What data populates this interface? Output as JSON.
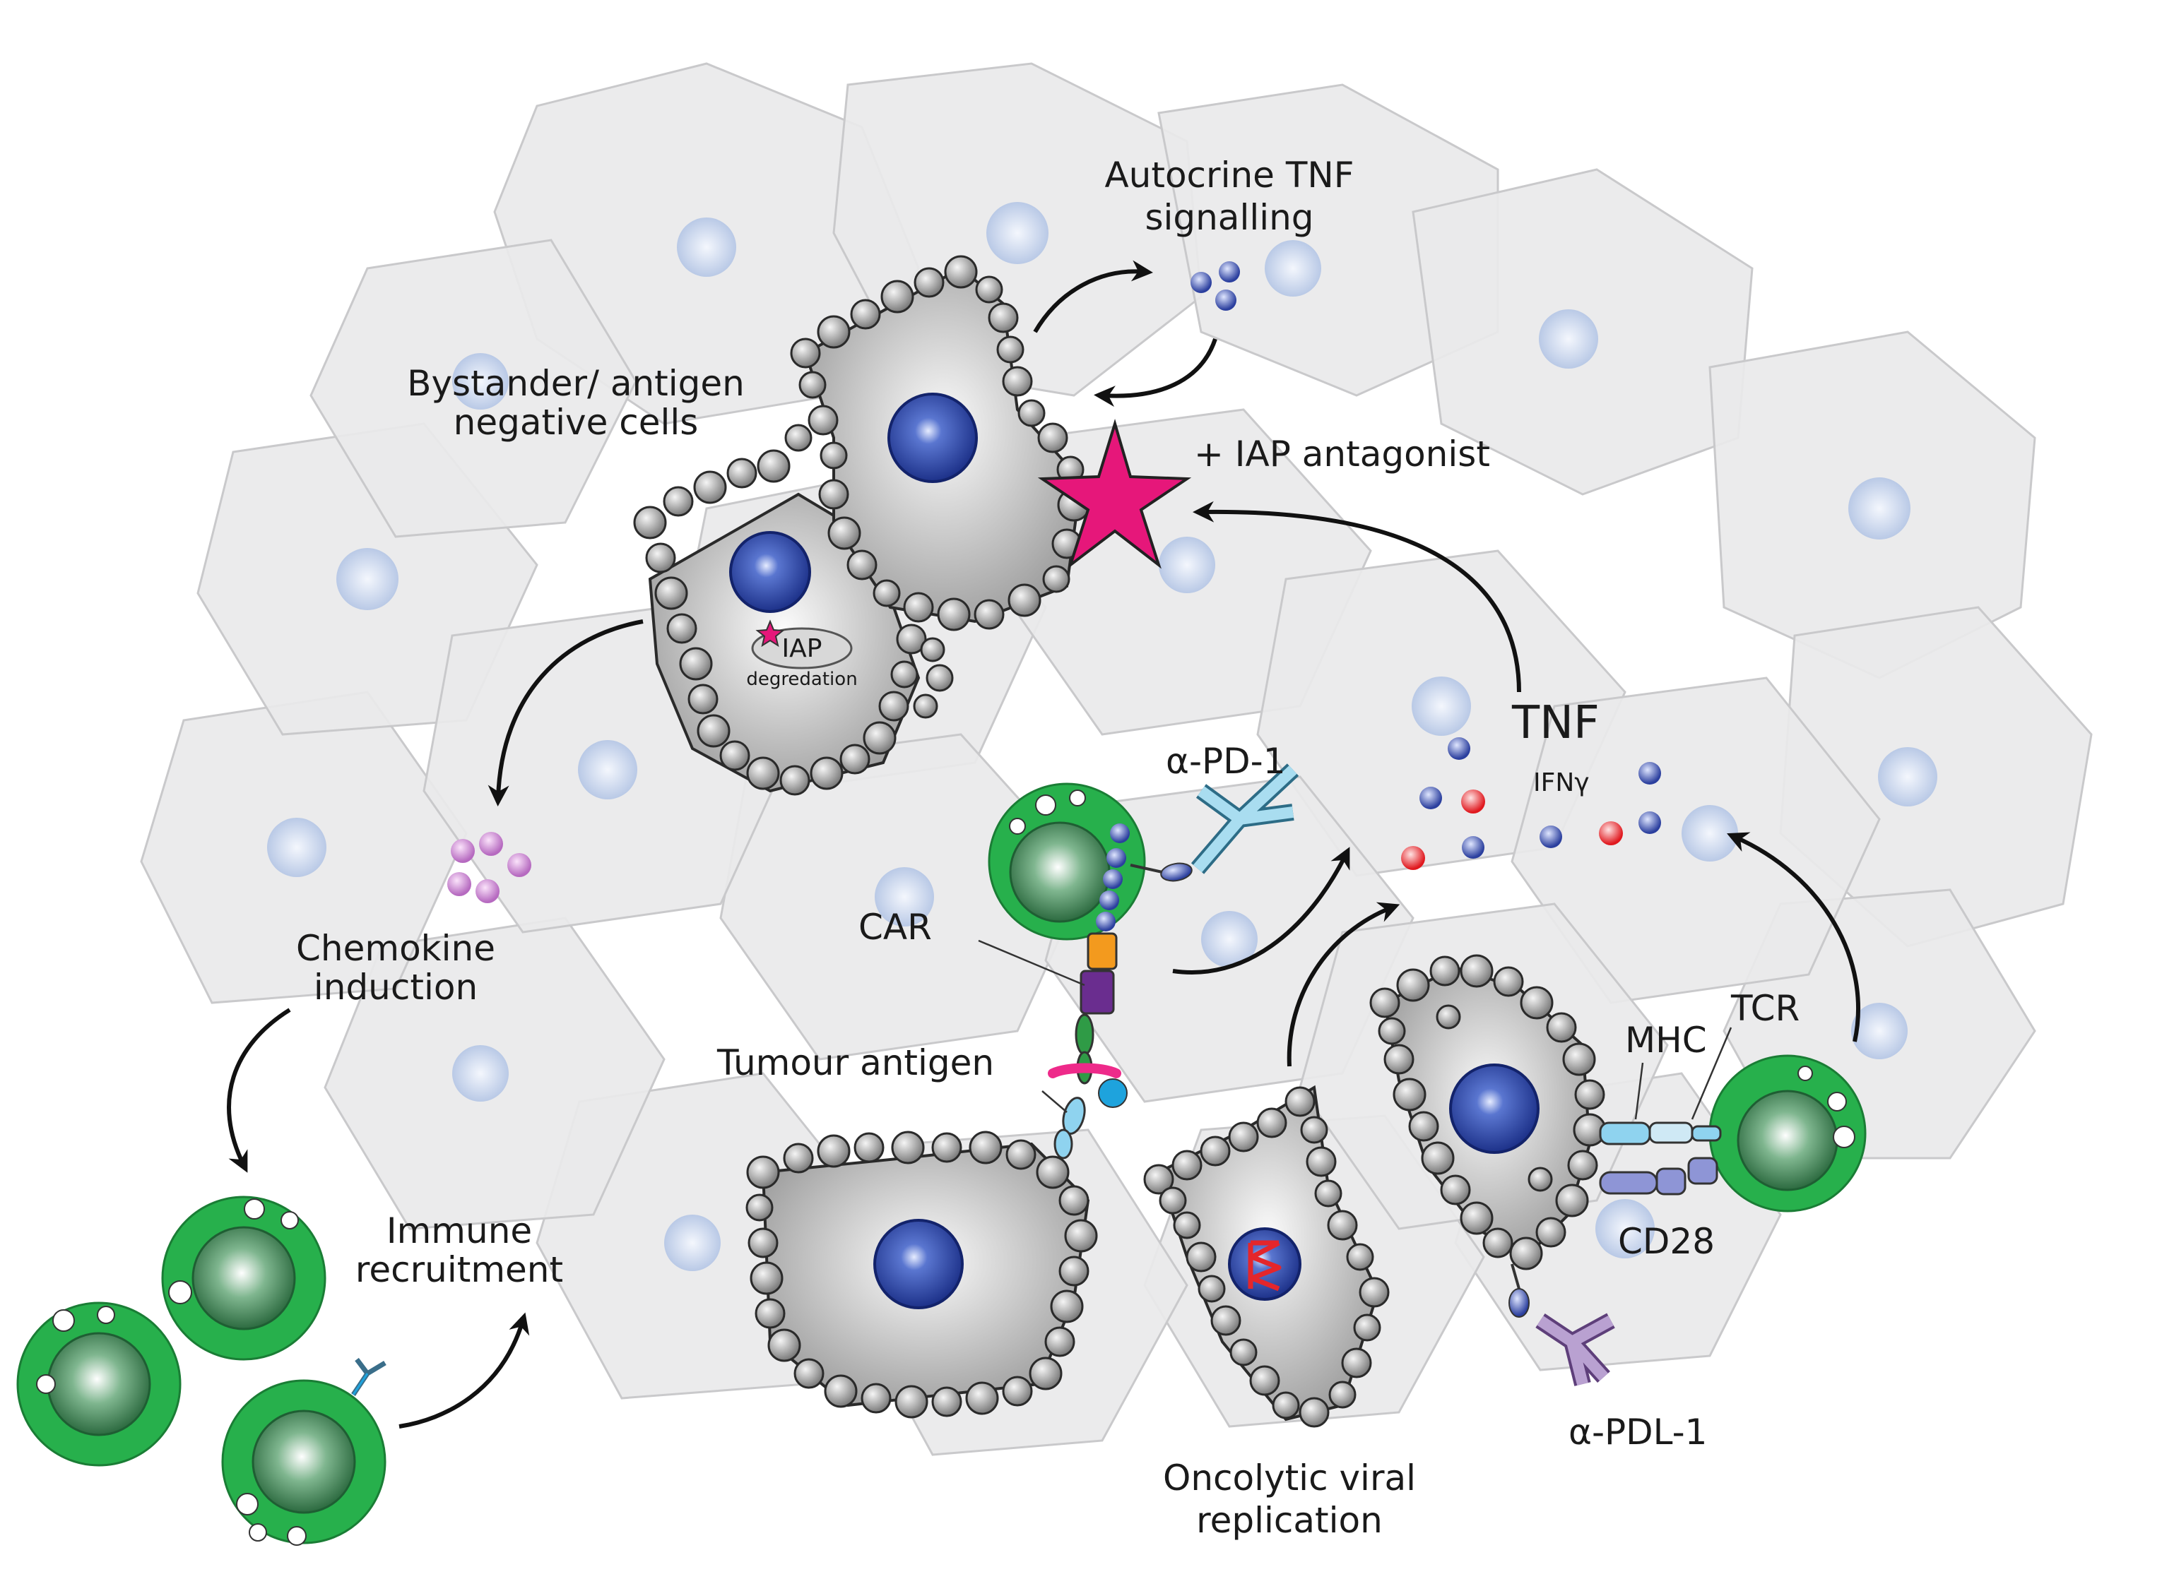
{
  "labels": {
    "autocrine_line1": "Autocrine TNF",
    "autocrine_line2": "signalling",
    "bystander_line1": "Bystander/ antigen",
    "bystander_line2": "negative cells",
    "iap_antagonist": "+ IAP antagonist",
    "iap": "IAP",
    "degradation": "degredation",
    "chemokine_line1": "Chemokine",
    "chemokine_line2": "induction",
    "immune_line1": "Immune",
    "immune_line2": "recruitment",
    "anti_pd1": "α-PD-1",
    "tnf": "TNF",
    "ifng": "IFNγ",
    "car": "CAR",
    "tumour_antigen": "Tumour antigen",
    "mhc": "MHC",
    "tcr": "TCR",
    "cd28": "CD28",
    "oncolytic_line1": "Oncolytic viral",
    "oncolytic_line2": "replication",
    "anti_pdl1": "α-PDL-1"
  },
  "colors": {
    "nucleus": "#1f3f9a",
    "tcell": "#22b24c",
    "iap_star": "#e6177a",
    "tnf_dot": "#3347a8",
    "ifng_dot": "#e8282c",
    "chemokine": "#c27ac9",
    "antibody_pd1": "#8fd3ef",
    "antibody_pdl1": "#9a7ab8",
    "car_orange": "#f39a1e",
    "car_purple": "#6a2d8f",
    "antigen_pink": "#ee2a8a",
    "antigen_cyan": "#1ea3dd",
    "virus_red": "#e4262b"
  }
}
